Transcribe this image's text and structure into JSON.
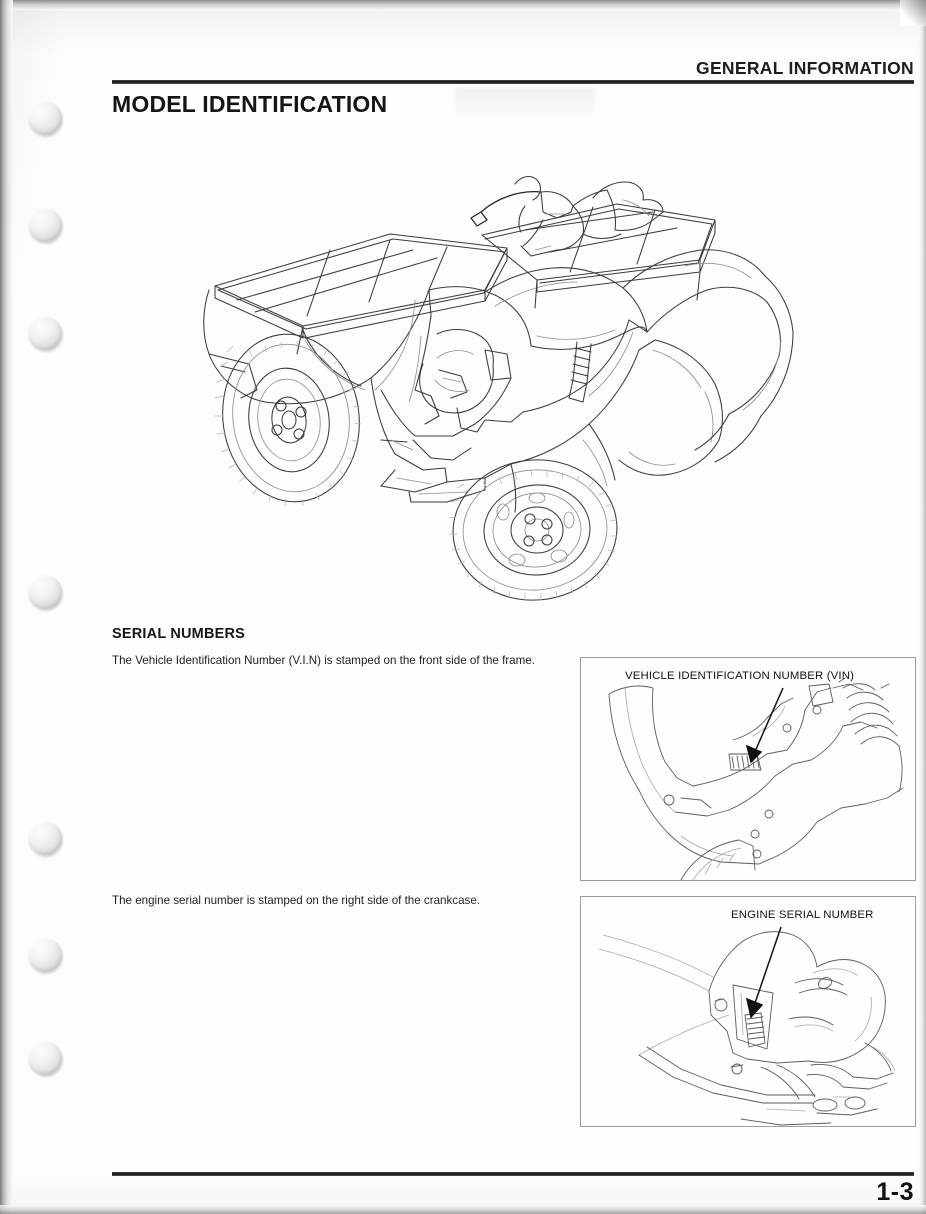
{
  "document": {
    "running_head": "GENERAL INFORMATION",
    "page_number": "1-3"
  },
  "main": {
    "heading": "MODEL IDENTIFICATION",
    "figure_alt": "atv-line-drawing"
  },
  "serial_numbers": {
    "heading": "SERIAL NUMBERS",
    "vin_paragraph": "The Vehicle Identification Number (V.I.N) is stamped on the front side of the frame.",
    "engine_paragraph": "The engine serial number is stamped on the right side of the crankcase.",
    "figures": [
      {
        "name": "vin-figure",
        "label": "VEHICLE IDENTIFICATION NUMBER (VIN)"
      },
      {
        "name": "engine-serial-figure",
        "label": "ENGINE SERIAL NUMBER"
      }
    ]
  },
  "binder_holes": {
    "count": 7,
    "positions_y": [
      118,
      225,
      333,
      592,
      838,
      955,
      1058
    ]
  },
  "colors": {
    "ink": "#3a3a42",
    "rule": "#141414",
    "paper": "#fdfdfd",
    "hole": "#e2e2e2"
  }
}
